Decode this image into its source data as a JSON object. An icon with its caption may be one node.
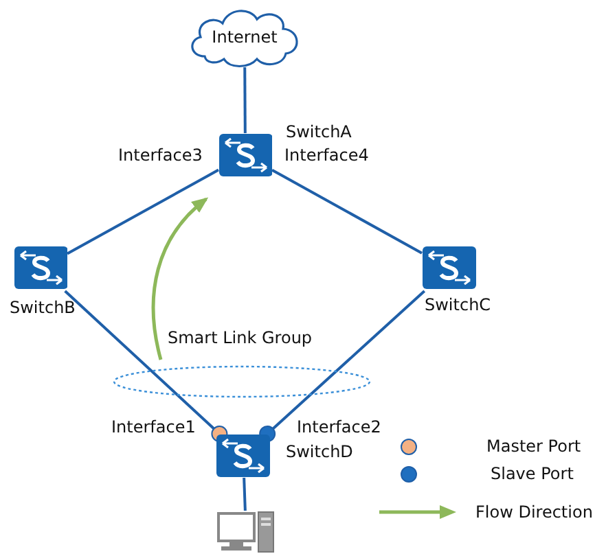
{
  "diagram": {
    "nodes": [
      {
        "text": [
          "Internet"
        ]
      },
      {
        "text": [
          "SwitchA"
        ]
      },
      {
        "text": [
          "SwitchB"
        ]
      },
      {
        "text": [
          "SwitchC"
        ]
      },
      {
        "text": [
          "SwitchD"
        ]
      },
      {
        "text": [],
        "shape": "computer"
      }
    ],
    "edges": [
      {
        "from": 0,
        "to": 1,
        "arrow": "none"
      },
      {
        "from": 1,
        "to": 2,
        "arrow": "none"
      },
      {
        "from": 1,
        "to": 3,
        "arrow": "none"
      },
      {
        "from": 2,
        "to": 4,
        "arrow": "other"
      },
      {
        "from": 3,
        "to": 4,
        "arrow": "other"
      },
      {
        "from": 4,
        "to": 5,
        "arrow": "none"
      }
    ],
    "labels": [
      "Interface3",
      "Interface4",
      "Smart Link Group",
      "Interface1",
      "Interface2"
    ],
    "legend": [
      {
        "text": "Master Port",
        "color": "#f4b183"
      },
      {
        "text": "Slave Port",
        "color": "#1f6fbf"
      },
      {
        "text": "Flow Direction"
      }
    ]
  }
}
